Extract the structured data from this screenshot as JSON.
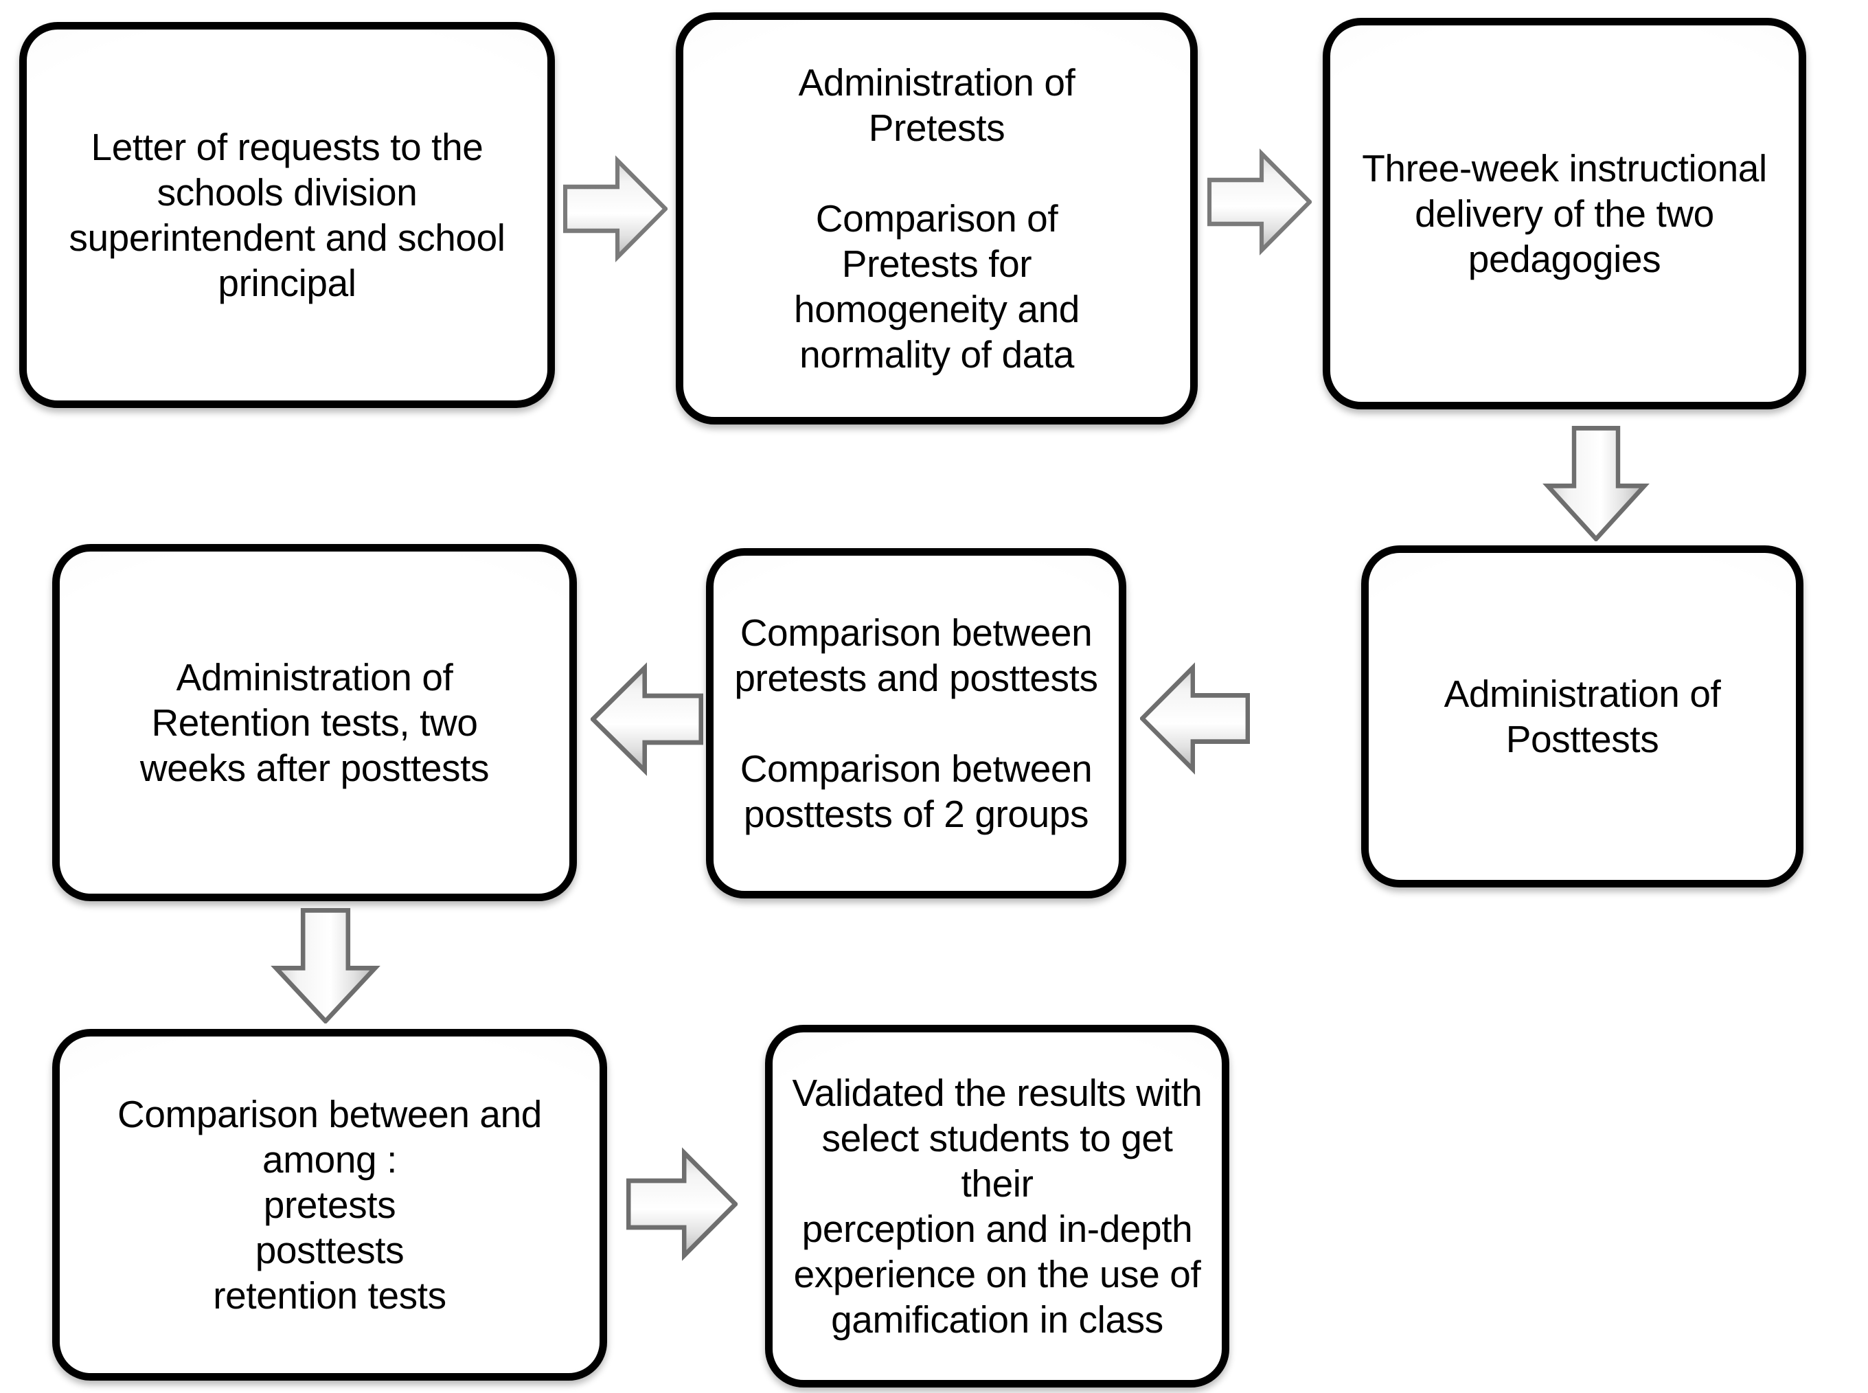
{
  "diagram": {
    "title": "Research Procedure Flowchart",
    "type": "process-flowchart",
    "background_color": "#ffffff",
    "node_border_color": "#000000",
    "node_fill_color": "#ffffff",
    "arrow_outline_color": "#6e6e6e",
    "arrow_fill_color": "#f2f2f2"
  },
  "nodes": [
    {
      "id": "node-1",
      "order": 1,
      "text": "Letter of requests to   the\nschools division\nsuperintendent and school\nprincipal"
    },
    {
      "id": "node-2",
      "order": 2,
      "text": "Administration of\nPretests\n\nComparison of\nPretests for\nhomogeneity and\nnormality of data"
    },
    {
      "id": "node-3",
      "order": 3,
      "text": "Three-week instructional\ndelivery of the two\npedagogies"
    },
    {
      "id": "node-4",
      "order": 6,
      "text": "Administration of\nRetention tests, two\nweeks after posttests"
    },
    {
      "id": "node-5",
      "order": 5,
      "text": "Comparison between\npretests and posttests\n\nComparison between\nposttests of 2 groups"
    },
    {
      "id": "node-6",
      "order": 4,
      "text": "Administration of\nPosttests"
    },
    {
      "id": "node-7",
      "order": 7,
      "text": "Comparison between and\namong :\npretests\nposttests\nretention tests"
    },
    {
      "id": "node-8",
      "order": 8,
      "text": "Validated the results with\nselect students to get  their\nperception and in-depth\nexperience on the use of\ngamification in class"
    }
  ],
  "arrows": [
    {
      "id": "arrow-1-2",
      "direction": "right",
      "from": "node-1",
      "to": "node-2"
    },
    {
      "id": "arrow-2-3",
      "direction": "right",
      "from": "node-2",
      "to": "node-3"
    },
    {
      "id": "arrow-3-6",
      "direction": "down",
      "from": "node-3",
      "to": "node-6"
    },
    {
      "id": "arrow-6-5",
      "direction": "left",
      "from": "node-6",
      "to": "node-5"
    },
    {
      "id": "arrow-5-4",
      "direction": "left",
      "from": "node-5",
      "to": "node-4"
    },
    {
      "id": "arrow-4-7",
      "direction": "down",
      "from": "node-4",
      "to": "node-7"
    },
    {
      "id": "arrow-7-8",
      "direction": "right",
      "from": "node-7",
      "to": "node-8"
    }
  ]
}
